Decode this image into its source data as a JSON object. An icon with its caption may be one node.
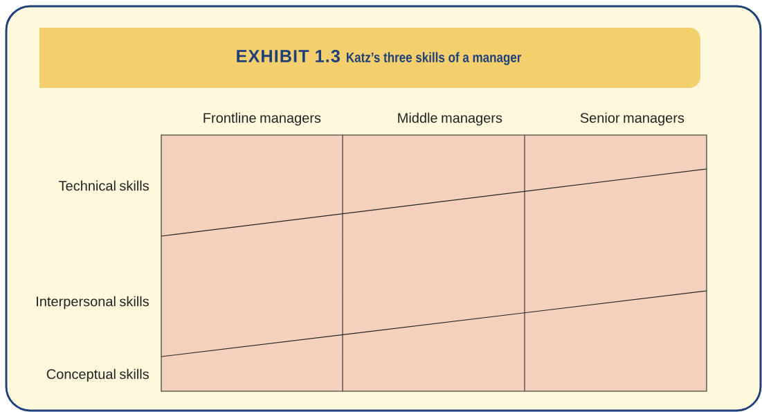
{
  "diagram": {
    "nodes": [
      {
        "text": [
          "EXHIBIT 1.3",
          "Katz’s three skills of a manager"
        ]
      }
    ],
    "labels": [
      "Frontline managers",
      "Middle managers",
      "Senior managers",
      "Technical skills",
      "Interpersonal skills",
      "Conceptual skills"
    ]
  }
}
